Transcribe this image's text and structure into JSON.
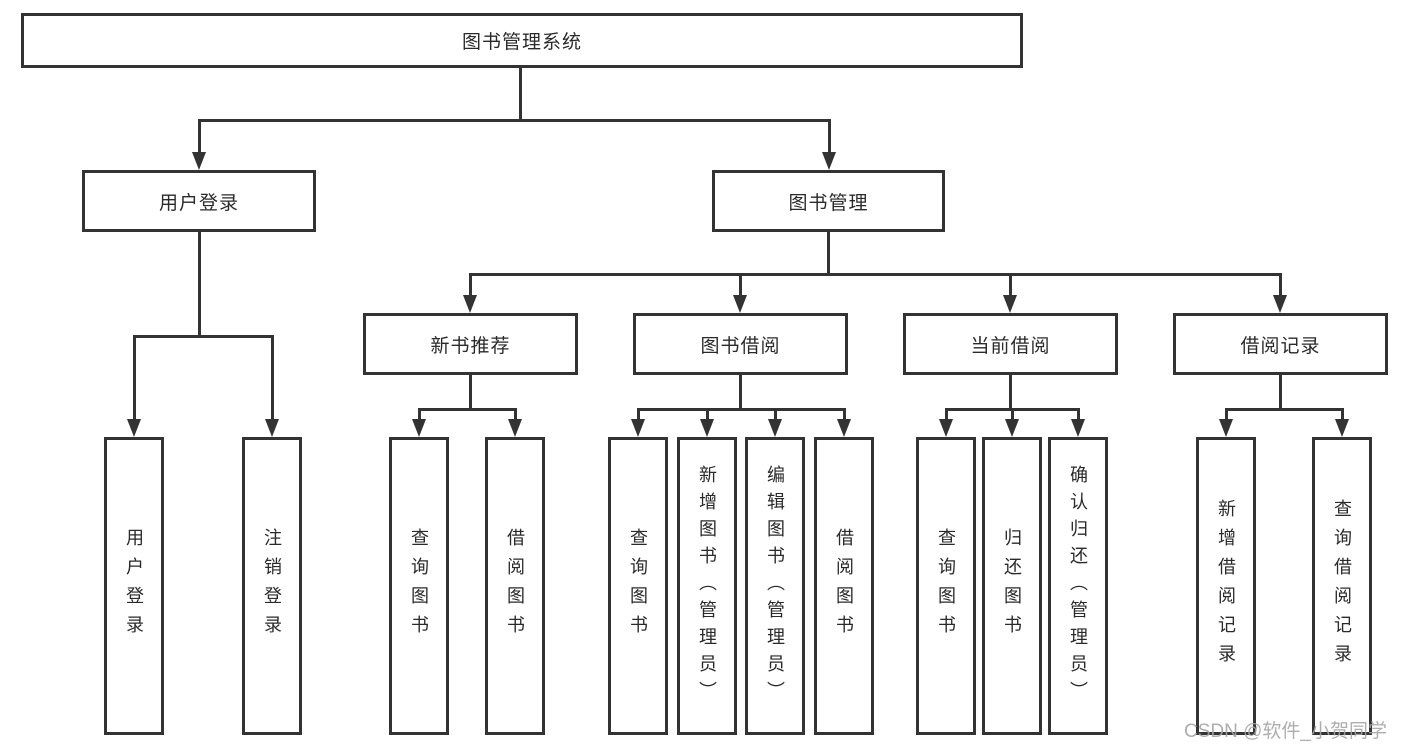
{
  "colors": {
    "line": "#333333",
    "text": "#2a2a2a",
    "background": "#ffffff",
    "watermark": "#a6a6a6"
  },
  "watermark": {
    "text": "CSDN @软件_小贺同学"
  },
  "tree": {
    "label": "图书管理系统",
    "children": [
      {
        "label": "用户登录",
        "children": [
          {
            "label": "用户登录"
          },
          {
            "label": "注销登录"
          }
        ]
      },
      {
        "label": "图书管理",
        "children": [
          {
            "label": "新书推荐",
            "children": [
              {
                "label": "查询图书"
              },
              {
                "label": "借阅图书"
              }
            ]
          },
          {
            "label": "图书借阅",
            "children": [
              {
                "label": "查询图书"
              },
              {
                "label": "新增图书（管理员）"
              },
              {
                "label": "编辑图书（管理员）"
              },
              {
                "label": "借阅图书"
              }
            ]
          },
          {
            "label": "当前借阅",
            "children": [
              {
                "label": "查询图书"
              },
              {
                "label": "归还图书"
              },
              {
                "label": "确认归还（管理员）"
              }
            ]
          },
          {
            "label": "借阅记录",
            "children": [
              {
                "label": "新增借阅记录"
              },
              {
                "label": "查询借阅记录"
              }
            ]
          }
        ]
      }
    ]
  }
}
